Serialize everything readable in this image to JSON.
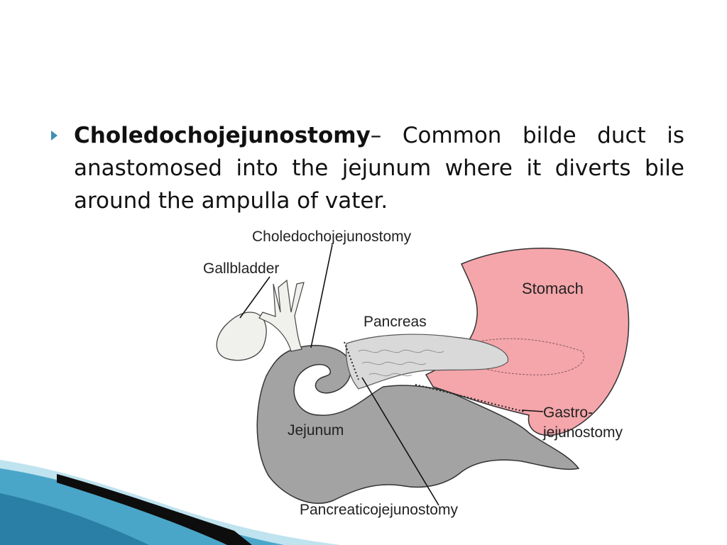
{
  "bullet": {
    "term": "Choledochojejunostomy",
    "separator": "–",
    "description": " Common bilde duct is anastomosed into the jejunum where it diverts bile around the ampulla of vater."
  },
  "diagram": {
    "labels": {
      "choledochojejunostomy": "Choledochojejunostomy",
      "gallbladder": "Gallbladder",
      "stomach": "Stomach",
      "pancreas": "Pancreas",
      "gastro_line1": "Gastro-",
      "gastro_line2": "jejunostomy",
      "jejunum": "Jejunum",
      "pancreaticojejunostomy": "Pancreaticojejunostomy"
    },
    "colors": {
      "stomach": "#f4a6ab",
      "jejunum": "#a3a3a3",
      "pancreas": "#d9d9d9",
      "gallbladder": "#f0f0ec",
      "accent": "#3e8fb0"
    }
  }
}
